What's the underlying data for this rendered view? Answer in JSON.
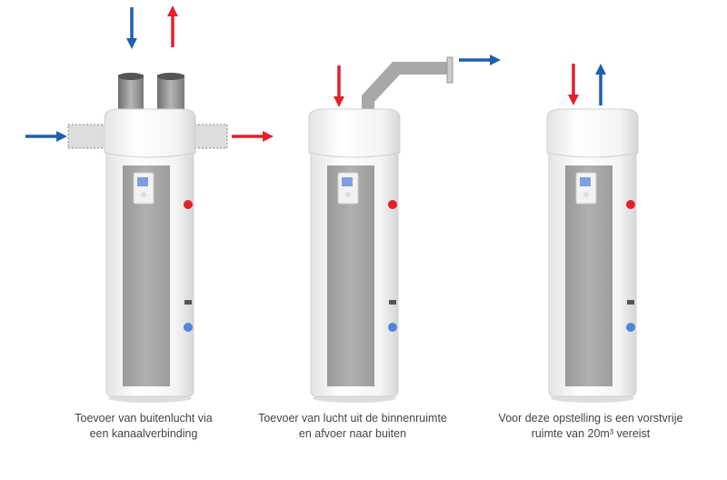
{
  "captions": [
    {
      "line1": "Toevoer van buitenlucht via",
      "line2": "een kanaalverbinding"
    },
    {
      "line1": "Toevoer van lucht uit de binnenruimte",
      "line2": "en afvoer naar buiten"
    },
    {
      "line1": "Voor deze opstelling is een vorstvrije",
      "line2": "ruimte van 20m³ vereist"
    }
  ],
  "colors": {
    "supply_arrow": "#1f5fae",
    "exhaust_arrow": "#e3212b",
    "panel": "#a7a7a7",
    "duct": "#8a8a8a"
  }
}
